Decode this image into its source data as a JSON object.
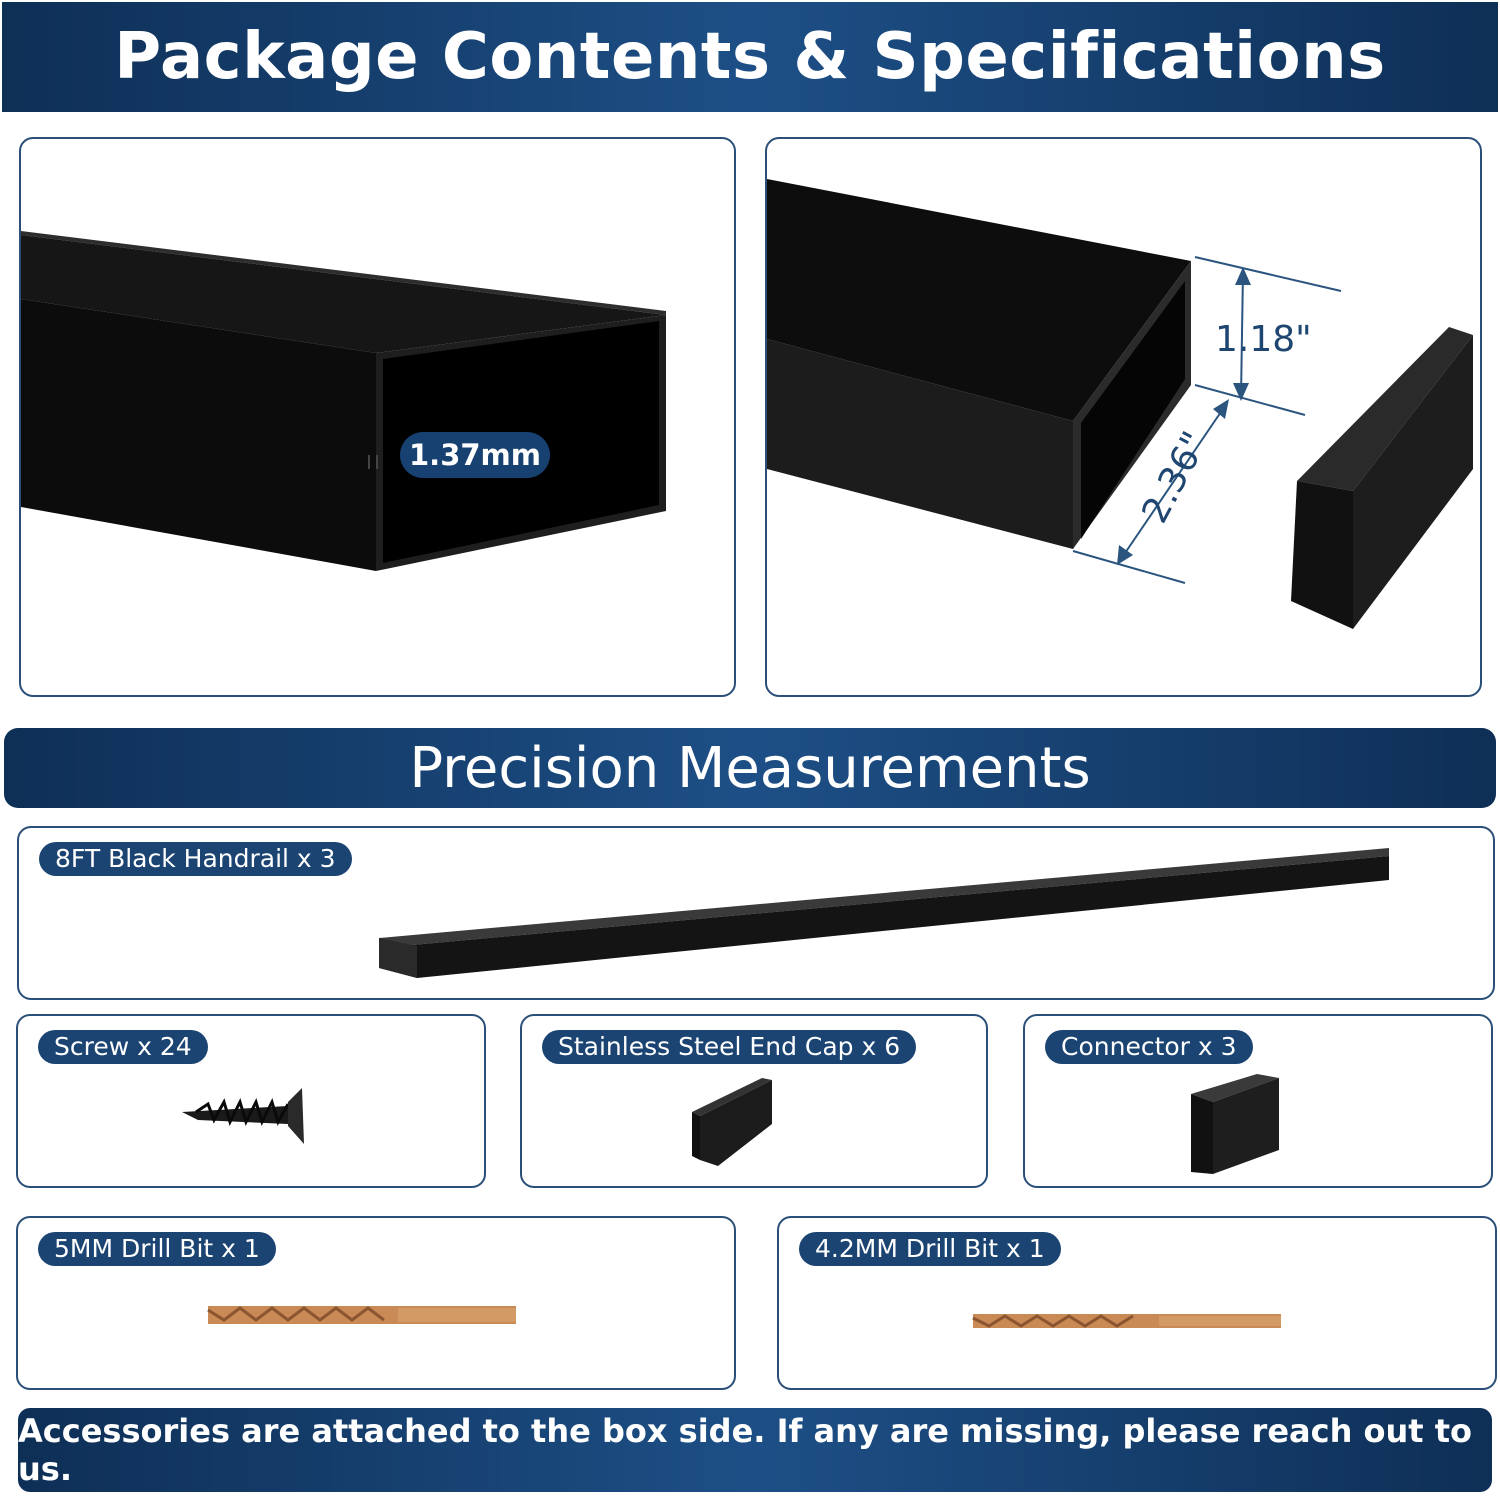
{
  "header": {
    "title": "Package Contents & Specifications"
  },
  "section": {
    "title": "Precision Measurements"
  },
  "specs": {
    "thickness": "1.37mm",
    "height": "1.18\"",
    "width": "2.36\""
  },
  "items": [
    {
      "label": "8FT Black Handrail x 3",
      "icon": "handrail-icon"
    },
    {
      "label": "Screw x 24",
      "icon": "screw-icon"
    },
    {
      "label": "Stainless Steel End Cap x 6",
      "icon": "end-cap-icon"
    },
    {
      "label": "Connector x 3",
      "icon": "connector-icon"
    },
    {
      "label": "5MM Drill Bit x 1",
      "icon": "drill-bit-icon"
    },
    {
      "label": "4.2MM Drill Bit x 1",
      "icon": "drill-bit-icon"
    }
  ],
  "footer": {
    "note": "Accessories are attached to the box side. If any are missing, please reach out to us."
  },
  "colors": {
    "brand": "#1b4473",
    "banner_light": "#1d4f86",
    "border": "#2a4f78",
    "copper": "#c98a55"
  }
}
